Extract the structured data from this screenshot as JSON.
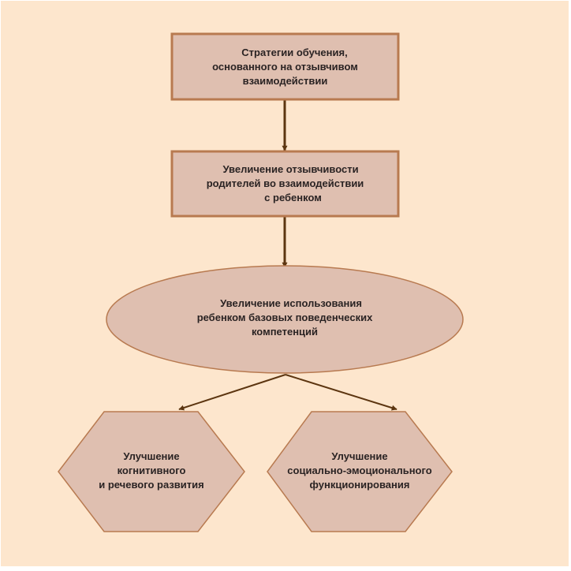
{
  "colors": {
    "background": "#fde6cd",
    "node_fill": "#dfbfb0",
    "node_stroke": "#b87a50",
    "arrow": "#5c3510",
    "text": "#2a2323"
  },
  "nodes": [
    {
      "id": "strategies",
      "shape": "rectangle",
      "lines": [
        "Стратегии обучения,",
        "основанного на отзывчивом",
        "взаимодействии"
      ]
    },
    {
      "id": "parent-responsiveness",
      "shape": "rectangle",
      "lines": [
        "Увеличение отзывчивости",
        "родителей во взаимодействии",
        "с ребенком"
      ]
    },
    {
      "id": "child-competencies",
      "shape": "ellipse",
      "lines": [
        "Увеличение использования",
        "ребенком базовых поведенческих",
        "компетенций"
      ]
    },
    {
      "id": "cognitive-speech",
      "shape": "hexagon",
      "lines": [
        "Улучшение",
        "когнитивного",
        "и речевого развития"
      ]
    },
    {
      "id": "social-emotional",
      "shape": "hexagon",
      "lines": [
        "Улучшение",
        "социально-эмоционального",
        "функционирования"
      ]
    }
  ],
  "edges": [
    {
      "from": "strategies",
      "to": "parent-responsiveness"
    },
    {
      "from": "parent-responsiveness",
      "to": "child-competencies"
    },
    {
      "from": "child-competencies",
      "to": "cognitive-speech"
    },
    {
      "from": "child-competencies",
      "to": "social-emotional"
    }
  ]
}
